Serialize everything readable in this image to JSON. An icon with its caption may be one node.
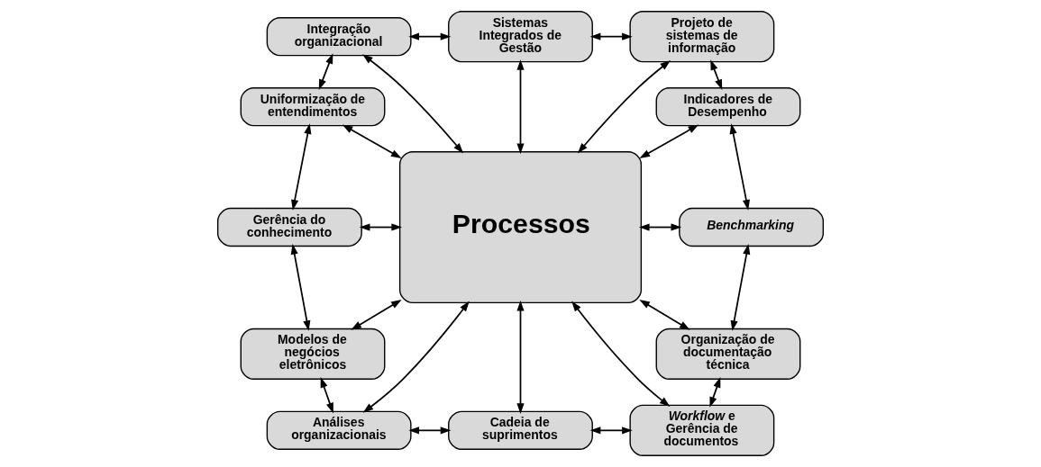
{
  "diagram": {
    "nodes": [
      {
        "text": [
          "Integração organizacional"
        ]
      },
      {
        "text": [
          "Sistemas Integrados de Gestão"
        ]
      },
      {
        "text": [
          "Projeto de sistemas de informação"
        ]
      },
      {
        "text": [
          "Uniformização de entendimentos"
        ]
      },
      {
        "text": [
          "Indicadores de Desempenho"
        ]
      },
      {
        "text": [
          "Gerência do conhecimento"
        ]
      },
      {
        "text": [
          "Processos"
        ]
      },
      {
        "text": [
          "Benchmarking"
        ]
      },
      {
        "text": [
          "Modelos de negócios eletrônicos"
        ]
      },
      {
        "text": [
          "Organização de documentação técnica"
        ]
      },
      {
        "text": [
          "Análises organizacionais"
        ]
      },
      {
        "text": [
          "Cadeia de suprimentos"
        ]
      },
      {
        "text": [
          "*Workflow* e Gerência de documentos"
        ]
      }
    ],
    "edges": [
      {
        "from": 0,
        "to": 1,
        "arrow": "both"
      },
      {
        "from": 1,
        "to": 2,
        "arrow": "both"
      },
      {
        "from": 0,
        "to": 3,
        "arrow": "both"
      },
      {
        "from": 2,
        "to": 4,
        "arrow": "both"
      },
      {
        "from": 6,
        "to": 0,
        "arrow": "both"
      },
      {
        "from": 6,
        "to": 1,
        "arrow": "both"
      },
      {
        "from": 6,
        "to": 2,
        "arrow": "both"
      },
      {
        "from": 3,
        "to": 5,
        "arrow": "both"
      },
      {
        "from": 5,
        "to": 8,
        "arrow": "both"
      },
      {
        "from": 4,
        "to": 7,
        "arrow": "both"
      },
      {
        "from": 7,
        "to": 9,
        "arrow": "both"
      },
      {
        "from": 3,
        "to": 6,
        "arrow": "both"
      },
      {
        "from": 5,
        "to": 6,
        "arrow": "both"
      },
      {
        "from": 8,
        "to": 6,
        "arrow": "both"
      },
      {
        "from": 6,
        "to": 4,
        "arrow": "both"
      },
      {
        "from": 6,
        "to": 7,
        "arrow": "both"
      },
      {
        "from": 6,
        "to": 9,
        "arrow": "both"
      },
      {
        "from": 6,
        "to": 10,
        "arrow": "both"
      },
      {
        "from": 6,
        "to": 11,
        "arrow": "both"
      },
      {
        "from": 6,
        "to": 12,
        "arrow": "both"
      },
      {
        "from": 8,
        "to": 10,
        "arrow": "both"
      },
      {
        "from": 10,
        "to": 11,
        "arrow": "both"
      },
      {
        "from": 11,
        "to": 12,
        "arrow": "both"
      },
      {
        "from": 12,
        "to": 9,
        "arrow": "both"
      }
    ]
  }
}
